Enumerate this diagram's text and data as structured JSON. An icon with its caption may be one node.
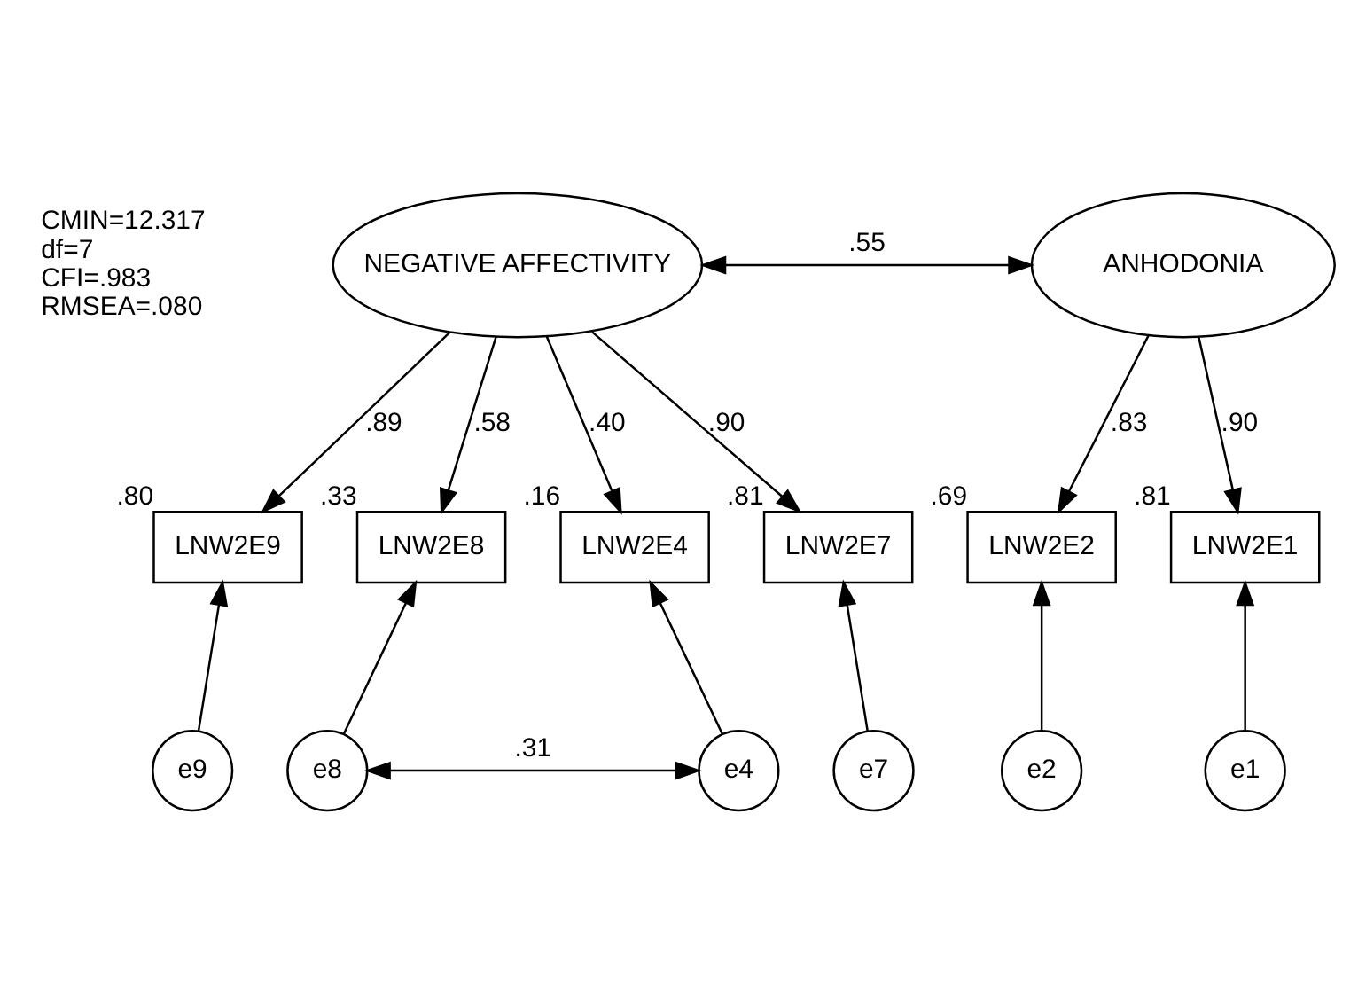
{
  "diagram": {
    "nodes": [
      {
        "text": [
          "NEGATIVE AFFECTIVITY"
        ]
      },
      {
        "text": [
          "ANHODONIA"
        ]
      },
      {
        "text": [
          "LNW2E9"
        ],
        "beside": [
          ".80"
        ]
      },
      {
        "text": [
          "LNW2E8"
        ],
        "beside": [
          ".33"
        ]
      },
      {
        "text": [
          "LNW2E4"
        ],
        "beside": [
          ".16"
        ]
      },
      {
        "text": [
          "LNW2E7"
        ],
        "beside": [
          ".81"
        ]
      },
      {
        "text": [
          "LNW2E2"
        ],
        "beside": [
          ".69"
        ]
      },
      {
        "text": [
          "LNW2E1"
        ],
        "beside": [
          ".81"
        ]
      },
      {
        "text": [
          "e9"
        ]
      },
      {
        "text": [
          "e8"
        ]
      },
      {
        "text": [
          "e4"
        ]
      },
      {
        "text": [
          "e7"
        ]
      },
      {
        "text": [
          "e2"
        ]
      },
      {
        "text": [
          "e1"
        ]
      }
    ],
    "edges": [
      {
        "from": 0,
        "to": 1,
        "arrow": "both",
        "label": ".55"
      },
      {
        "from": 0,
        "to": 2,
        "arrow": "to",
        "label": ".89"
      },
      {
        "from": 0,
        "to": 3,
        "arrow": "to",
        "label": ".58"
      },
      {
        "from": 0,
        "to": 4,
        "arrow": "to",
        "label": ".40"
      },
      {
        "from": 0,
        "to": 5,
        "arrow": "to",
        "label": ".90"
      },
      {
        "from": 1,
        "to": 6,
        "arrow": "to",
        "label": ".83"
      },
      {
        "from": 1,
        "to": 7,
        "arrow": "to",
        "label": ".90"
      },
      {
        "from": 8,
        "to": 2,
        "arrow": "to"
      },
      {
        "from": 9,
        "to": 3,
        "arrow": "to"
      },
      {
        "from": 10,
        "to": 4,
        "arrow": "to"
      },
      {
        "from": 11,
        "to": 5,
        "arrow": "to"
      },
      {
        "from": 12,
        "to": 6,
        "arrow": "to"
      },
      {
        "from": 13,
        "to": 7,
        "arrow": "to"
      },
      {
        "from": 9,
        "to": 10,
        "arrow": "both",
        "label": ".31"
      }
    ],
    "labels": [
      "CMIN=12.317",
      "df=7",
      "CFI=.983",
      "RMSEA=.080"
    ]
  }
}
